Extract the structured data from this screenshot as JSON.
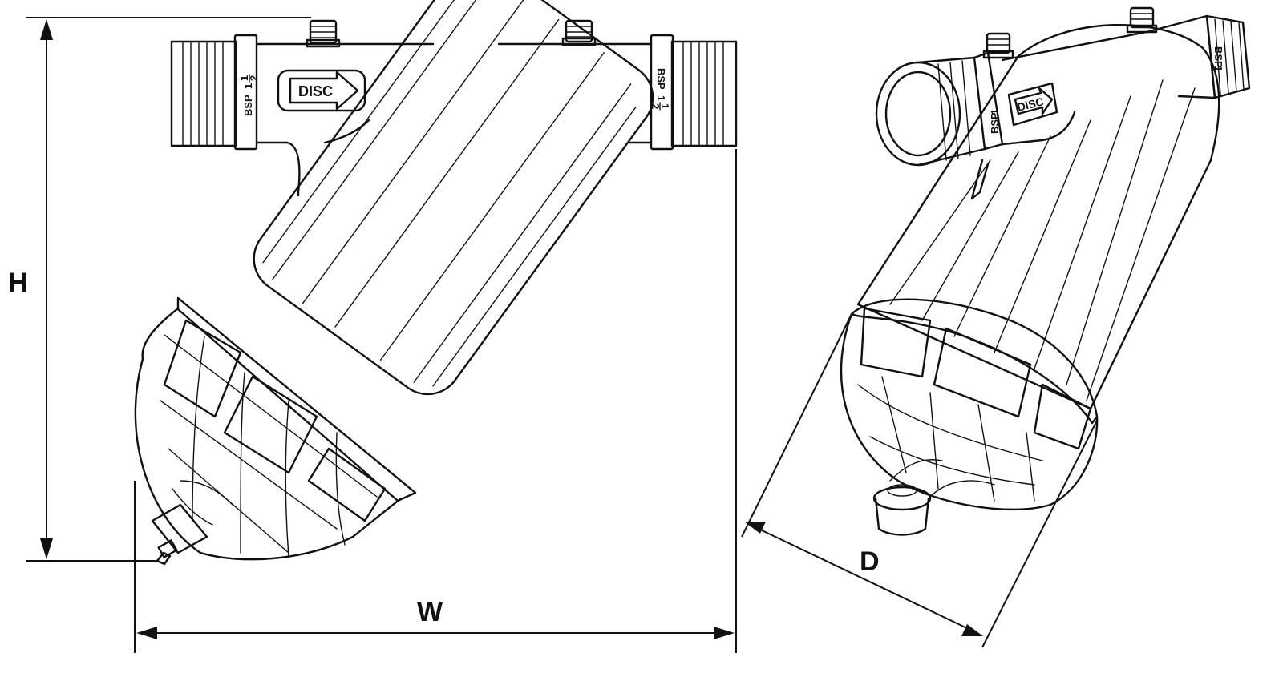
{
  "dimensions": {
    "height_label": "H",
    "width_label": "W",
    "depth_label": "D"
  },
  "labels": {
    "thread_inlet": "BSP",
    "thread_outlet": "BSP",
    "thread_size_whole": "1",
    "thread_size_num": "1",
    "thread_size_den": "2",
    "flow_marker": "DISC",
    "flow_marker_iso": "DISC",
    "thread_iso_a": "BSP",
    "thread_iso_b": "BSP"
  }
}
